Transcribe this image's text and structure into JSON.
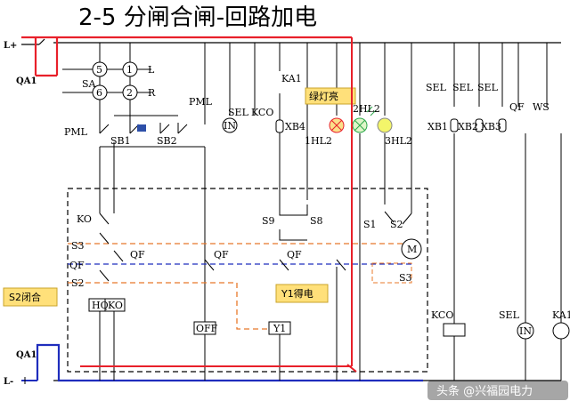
{
  "title": "2-5    分闸合闸-回路加电",
  "bus": {
    "positive": "L+",
    "negative": "L-"
  },
  "breakers": {
    "top": "QA1",
    "bottom": "QA1"
  },
  "switch_labels": {
    "sa": "SA",
    "c5": "5",
    "c1": "1",
    "c6": "6",
    "c2": "2",
    "l": "L",
    "r": "R",
    "pml_left": "PML",
    "pml_right": "PML",
    "sb1": "SB1",
    "sb2": "SB2",
    "sel_top": "SEL",
    "kco_top": "KCO",
    "in_top": "IN",
    "xb4": "XB4",
    "ka1_top": "KA1",
    "hl1": "1HL2",
    "hl2": "2HL2",
    "hl3": "3HL2",
    "sel1": "SEL",
    "sel2": "SEL",
    "sel3": "SEL",
    "qf_right": "QF",
    "ws": "WS",
    "xb1": "XB1",
    "xb2": "XB2",
    "xb3": "XB3"
  },
  "mech_labels": {
    "ko": "KO",
    "s3_left": "S3",
    "qf_left": "QF",
    "s2_left": "S2",
    "qf1": "QF",
    "qf2": "QF",
    "qf3": "QF",
    "s9": "S9",
    "s8": "S8",
    "s1": "S1",
    "s2_right": "S2",
    "s3_right": "S3",
    "motor": "M"
  },
  "coils": {
    "hq": "HQ",
    "ko": "KO",
    "off": "OFF",
    "y1": "Y1"
  },
  "bottom_devices": {
    "kco": "KCO",
    "sel": "SEL",
    "in": "IN",
    "ka1": "KA1"
  },
  "callouts": {
    "green_lamp": "绿灯亮",
    "s2_closed": "S2闭合",
    "y1_energized": "Y1得电"
  },
  "watermark": "头条 @兴福园电力",
  "colors": {
    "red_path": "#e8202a",
    "blue_path": "#1f2dbd",
    "orange_path": "#e8782a",
    "callout_bg": "#ffe07a"
  }
}
